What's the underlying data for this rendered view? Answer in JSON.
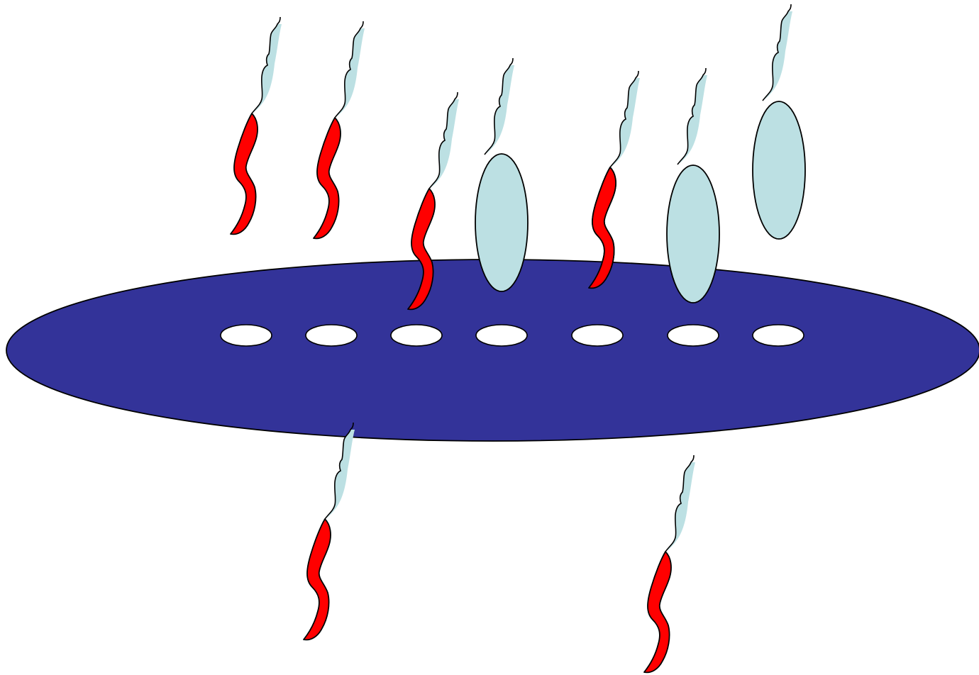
{
  "diagram": {
    "colors": {
      "background": "#ffffff",
      "membrane": "#333399",
      "pore": "#ffffff",
      "red_molecule": "#ff0000",
      "blue_molecule": "#bce0e3",
      "stroke": "#000000"
    },
    "membrane": {
      "pore_count": 7
    },
    "molecules": {
      "red_worm_count": 6,
      "blue_ellipse_count": 3
    }
  }
}
